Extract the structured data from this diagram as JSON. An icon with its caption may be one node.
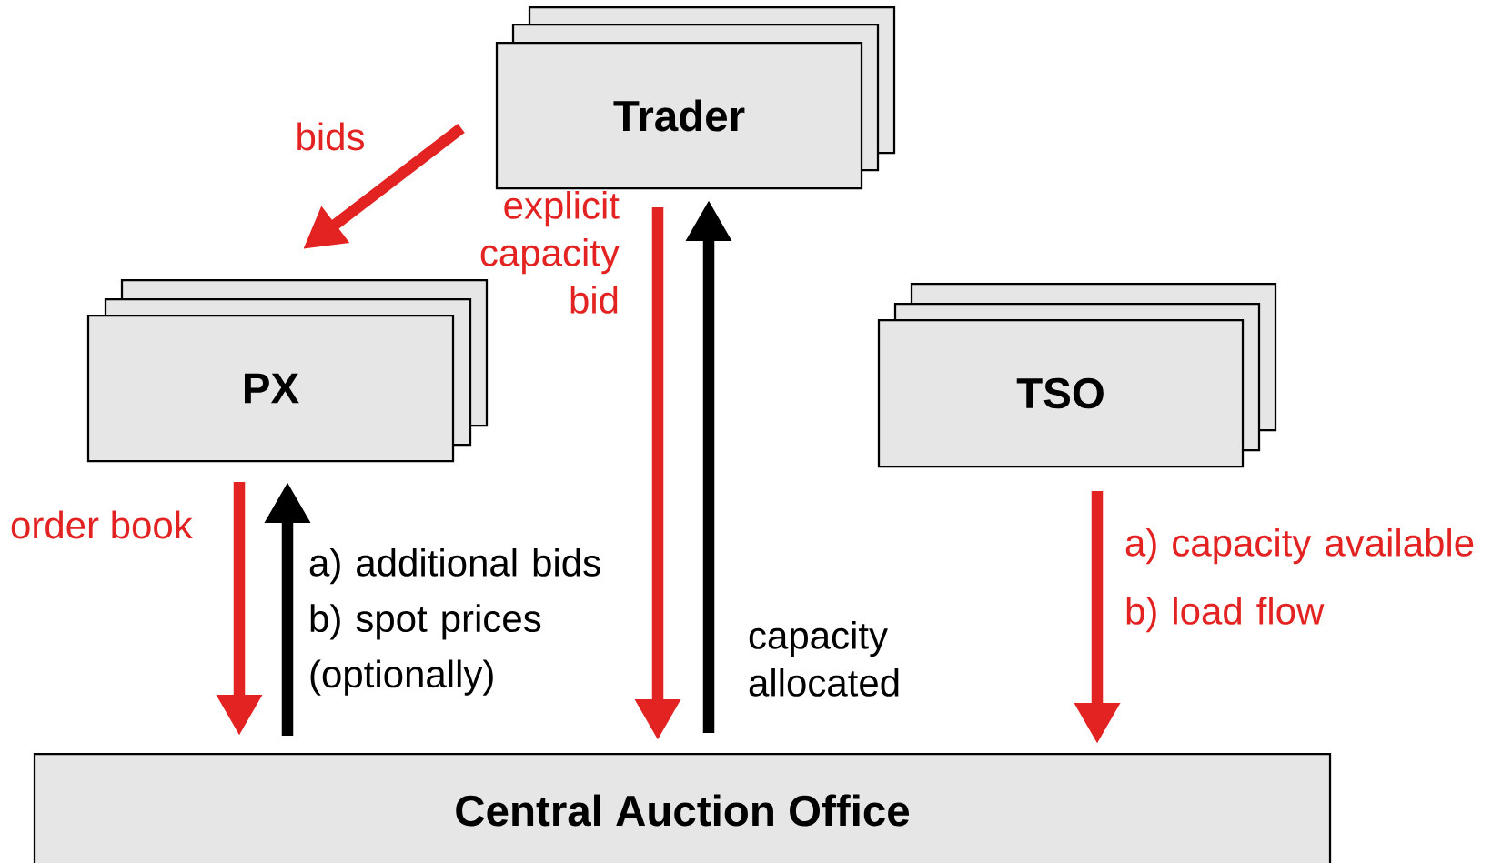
{
  "diagram": {
    "nodes": [
      {
        "text": [
          "Trader"
        ]
      },
      {
        "text": [
          "PX"
        ]
      },
      {
        "text": [
          "TSO"
        ]
      },
      {
        "text": [
          "Central Auction Office"
        ]
      }
    ],
    "edges": [
      {
        "from": 0,
        "to": 1,
        "arrow": "to",
        "label": "bids"
      },
      {
        "from": 0,
        "to": 3,
        "arrow": "to",
        "label": "explicit capacity bid"
      },
      {
        "from": 3,
        "to": 0,
        "arrow": "to",
        "label": "capacity allocated",
        "color": "#000000"
      },
      {
        "from": 1,
        "to": 3,
        "arrow": "to",
        "label": "order book"
      },
      {
        "from": 3,
        "to": 1,
        "arrow": "to",
        "label": "a) additional bids b) spot prices (optionally)",
        "color": "#000000"
      },
      {
        "from": 2,
        "to": 3,
        "arrow": "to",
        "label": "a) capacity available b) load flow"
      }
    ]
  }
}
